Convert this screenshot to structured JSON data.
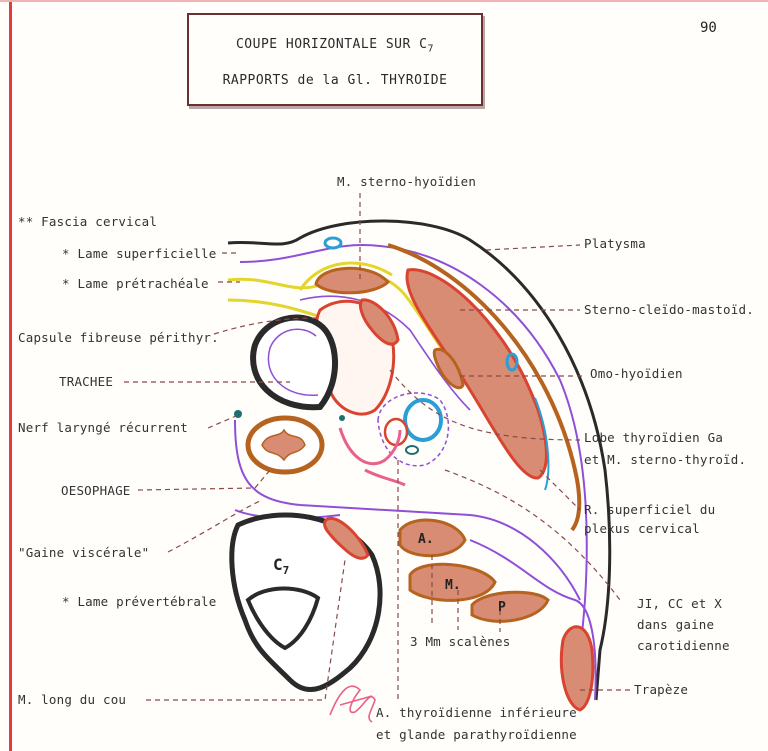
{
  "title": {
    "line1": "COUPE HORIZONTALE SUR C",
    "line1_sub": "7",
    "line2": "RAPPORTS de la Gl. THYROIDE"
  },
  "page_number": "90",
  "labels": {
    "sterno_hyoidien": "M. sterno-hyoïdien",
    "fascia_cervical": "** Fascia cervical",
    "lame_superficielle": "* Lame superficielle",
    "lame_pretracheale": "* Lame prétrachéale",
    "capsule": "Capsule fibreuse périthyr.",
    "trachee": "TRACHEE",
    "nerf": "Nerf laryngé récurrent",
    "oesophage": "OESOPHAGE",
    "gaine_viscerale": "\"Gaine viscérale\"",
    "lame_prevertebrale": "* Lame prévertébrale",
    "long_du_cou": "M. long du cou",
    "platysma": "Platysma",
    "sterno_cleido": "Sterno-cleïdo-mastoïd.",
    "omo_hyoidien": "Omo-hyoïdien",
    "lobe_l1": "Lobe thyroïdien Ga",
    "lobe_l2": "et M. sterno-thyroïd.",
    "r_sup_l1": "R. superficiel du",
    "r_sup_l2": "plexus cervical",
    "jicc_l1": "JI, CC et X",
    "jicc_l2": "dans gaine",
    "jicc_l3": "carotidienne",
    "scalenes": "3 Mm scalènes",
    "trapeze": "Trapèze",
    "a_thyr_l1": "A. thyroïdienne inférieure",
    "a_thyr_l2": "et glande parathyroïdienne",
    "vertebra": "C",
    "vertebra_sub": "7",
    "muscle_a": "A.",
    "muscle_m": "M.",
    "muscle_p": "P"
  },
  "colors": {
    "red": "#d94330",
    "muscle_fill": "#d88c73",
    "brown": "#b5631f",
    "purple": "#8f4fd6",
    "yellow": "#e3d52b",
    "blue": "#2a9fd6",
    "pink": "#e9608a",
    "dashed": "#8a4a4a",
    "ink": "#333333"
  }
}
